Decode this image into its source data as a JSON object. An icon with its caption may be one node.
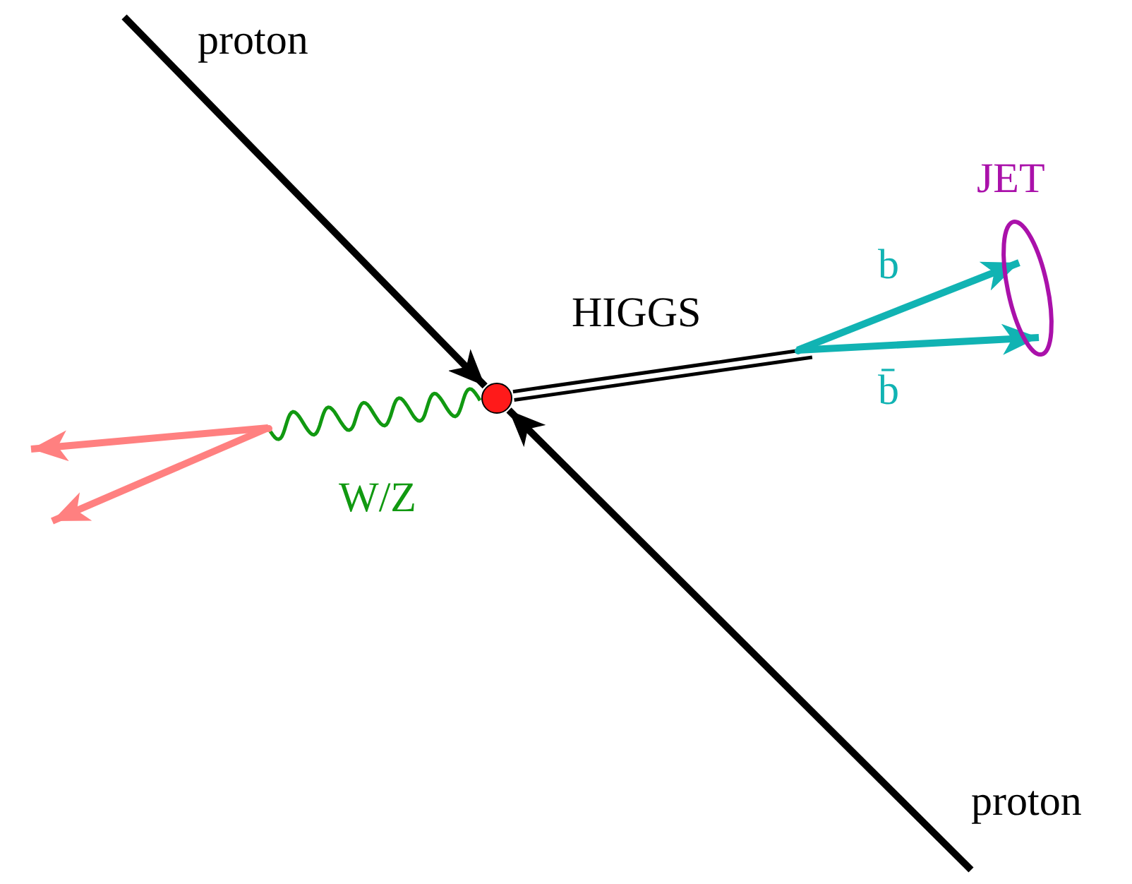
{
  "diagram": {
    "nodes": [
      {
        "text": [
          "proton"
        ]
      },
      {
        "text": [],
        "shape": "circle"
      },
      {
        "text": [
          "proton"
        ]
      },
      {
        "text": [],
        "shape": "point"
      },
      {
        "text": [],
        "shape": "point"
      },
      {
        "text": [
          "JET"
        ]
      }
    ],
    "edges": [
      {
        "from": 0,
        "to": 1,
        "arrow": "to"
      },
      {
        "from": 2,
        "to": 1,
        "arrow": "to"
      },
      {
        "from": 1,
        "to": 4,
        "arrow": "none",
        "label": "HIGGS"
      },
      {
        "from": 1,
        "to": 3,
        "arrow": "none",
        "label": "W/Z",
        "color": "#119911"
      },
      {
        "from": 3,
        "to": null,
        "arrow": "to",
        "color": "#ff8080"
      },
      {
        "from": 3,
        "to": null,
        "arrow": "to",
        "color": "#ff8080"
      },
      {
        "from": 4,
        "to": 5,
        "arrow": "to",
        "label": "b",
        "color": "#11b3b3"
      },
      {
        "from": 4,
        "to": 5,
        "arrow": "to",
        "label": "b̄",
        "color": "#11b3b3"
      }
    ]
  }
}
